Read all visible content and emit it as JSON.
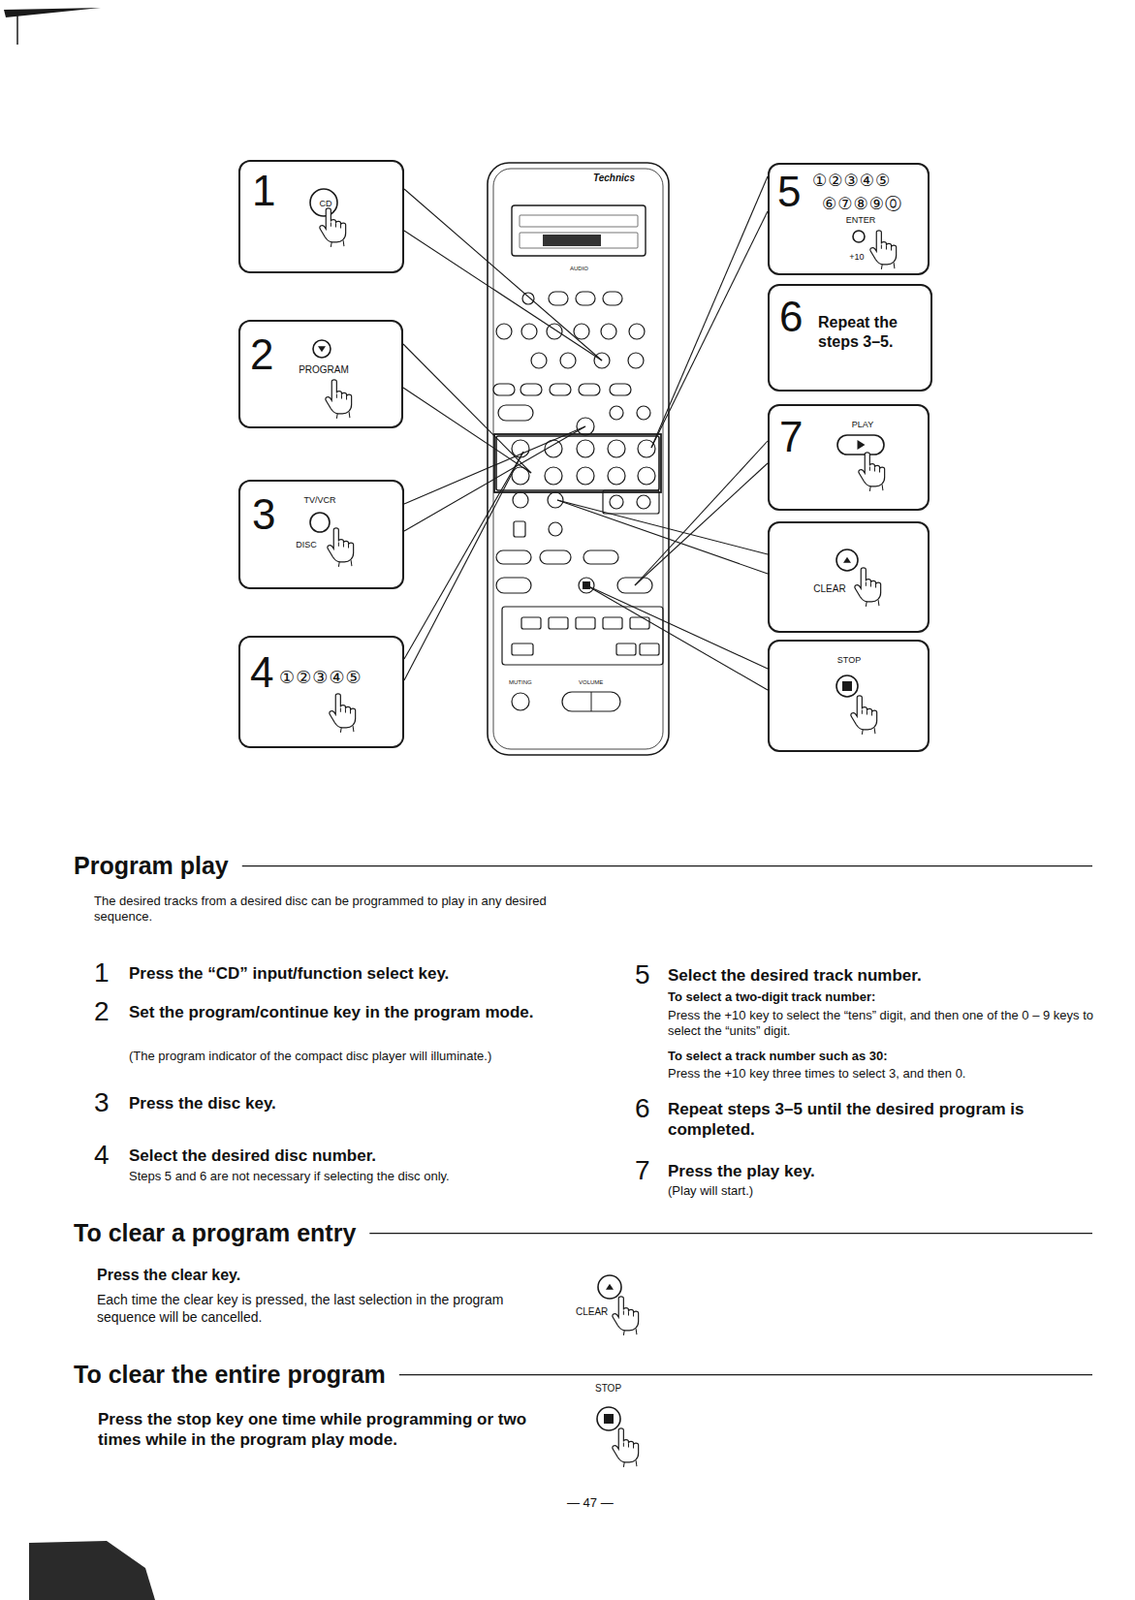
{
  "diagram": {
    "title": "Program play",
    "nodes": [
      {
        "text": [
          "1",
          "CD"
        ]
      },
      {
        "text": [
          "2",
          "PROGRAM"
        ]
      },
      {
        "text": [
          "3",
          "TV/VCR",
          "DISC"
        ]
      },
      {
        "text": [
          "4",
          "①②③④⑤"
        ]
      },
      {
        "text": [
          "5",
          "①②③④⑤",
          "⑥⑦⑧⑨⓪",
          "ENTER",
          "+10"
        ]
      },
      {
        "text": [
          "6",
          "Repeat the steps 3–5."
        ]
      },
      {
        "text": [
          "7",
          "PLAY"
        ]
      },
      {
        "text": [
          "CLEAR"
        ]
      },
      {
        "text": [
          "STOP"
        ]
      }
    ],
    "labels": [
      "Technics",
      "AUDIO",
      "MUTING",
      "VOLUME",
      "The desired tracks from a desired disc can be programmed to play in any desired sequence.",
      "1",
      "Press the “CD” input/function select key.",
      "2",
      "Set the program/continue key in the program mode.",
      "(The program indicator of the compact disc player will illuminate.)",
      "3",
      "Press the disc key.",
      "4",
      "Select the desired disc number.",
      "Steps 5 and 6 are not necessary if selecting the disc only.",
      "5",
      "Select the desired track number.",
      "To select a two-digit track number:",
      "Press the +10 key to select the “tens” digit, and then one of the 0 – 9 keys to select the “units” digit.",
      "To select a track number such as 30:",
      "Press the +10 key three times to select 3, and then 0.",
      "6",
      "Repeat steps 3–5 until the desired program is completed.",
      "7",
      "Press the play key.",
      "(Play will start.)",
      "To clear a program entry",
      "Press the clear key.",
      "Each time the clear key is pressed, the last selection in the program sequence will be cancelled.",
      "CLEAR",
      "To clear the entire program",
      "STOP",
      "Press the stop key one time while programming or two times while in the program play mode.",
      "— 47 —"
    ]
  }
}
